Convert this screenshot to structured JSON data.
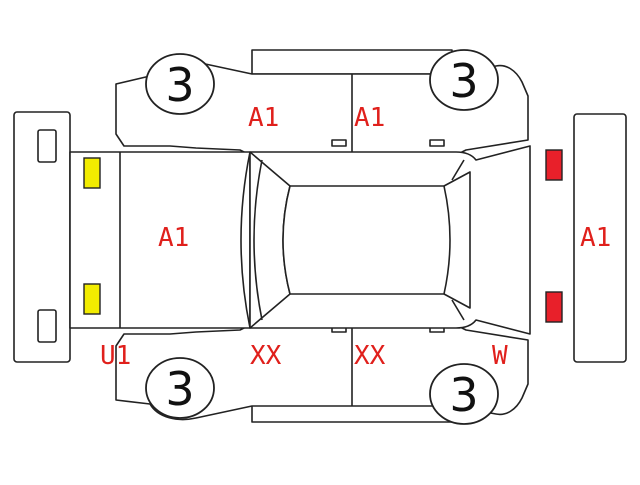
{
  "colors": {
    "outline": "#222222",
    "damage_code": "#e0201c",
    "headlight_indicator": "#f2ec00",
    "taillight_indicator": "#e8202a"
  },
  "tires": {
    "front_left": "3",
    "rear_left": "3",
    "front_right": "3",
    "rear_right": "3"
  },
  "codes": {
    "front_door_left": "A1",
    "rear_door_left": "A1",
    "hood": "A1",
    "trunk_rear": "A1",
    "front_bumper_corner": "U1",
    "front_door_right": "XX",
    "rear_door_right": "XX",
    "rear_fender_right": "W"
  }
}
